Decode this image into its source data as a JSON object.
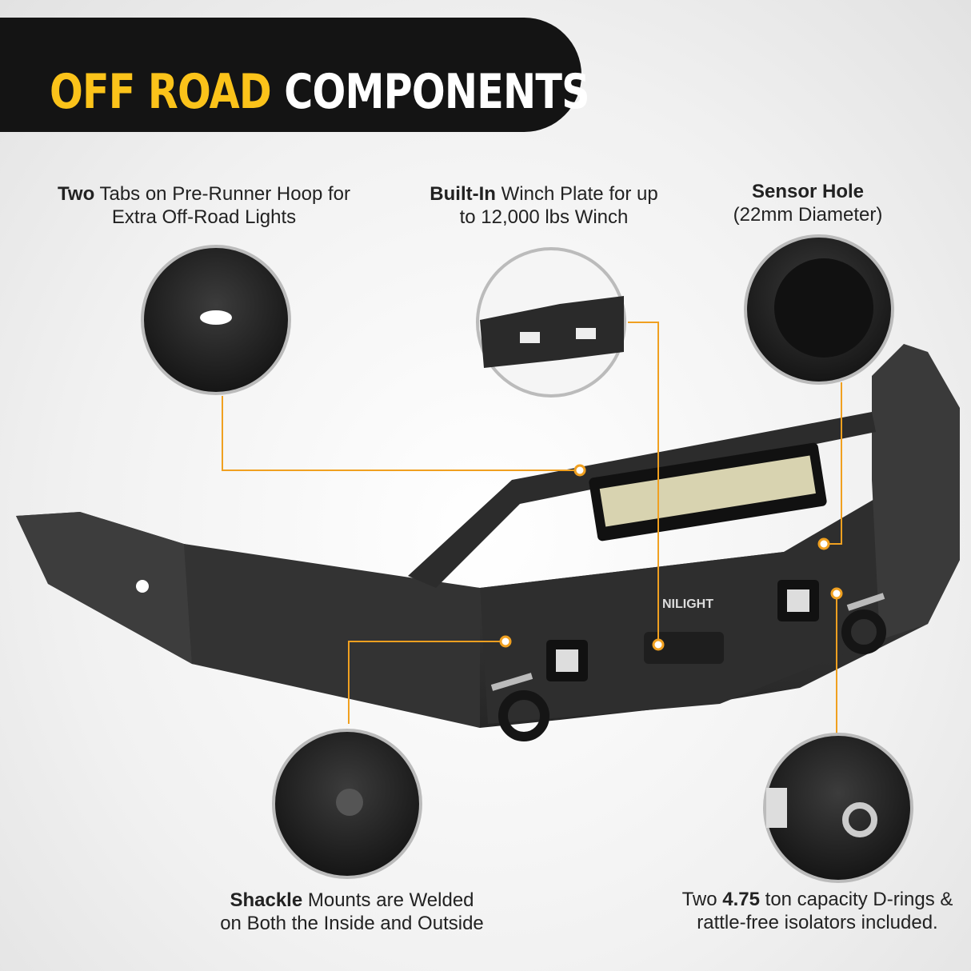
{
  "header": {
    "title_highlight": "OFF ROAD",
    "title_rest": "COMPONENTS"
  },
  "callouts": [
    {
      "bold": "Two",
      "text": " Tabs on Pre-Runner Hoop for",
      "line2": "Extra Off-Road Lights"
    },
    {
      "bold": "Built-In",
      "text": " Winch Plate for up",
      "line2": "to 12,000 lbs Winch"
    },
    {
      "bold": "Sensor Hole",
      "text": "",
      "line2": "(22mm Diameter)"
    },
    {
      "bold": "Shackle",
      "text": " Mounts are Welded",
      "line2": "on Both the Inside and Outside"
    },
    {
      "pre": "Two ",
      "bold": "4.75",
      "text": " ton capacity D-rings &",
      "line2": "rattle-free isolators included."
    }
  ],
  "brand_logo": "NILIGHT",
  "colors": {
    "accent": "#fbc31a",
    "leader_line": "#f0a020",
    "banner": "#141414"
  }
}
